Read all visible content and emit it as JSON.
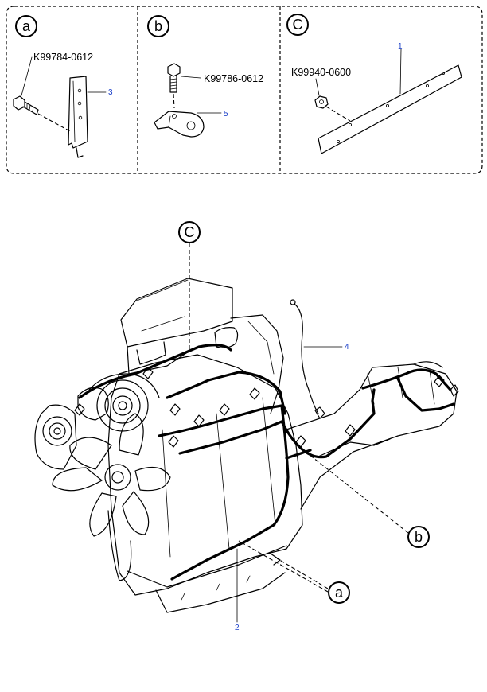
{
  "callouts": {
    "a": "a",
    "b": "b",
    "c": "C"
  },
  "part_numbers": {
    "bolt_a": "K99784-0612",
    "bolt_b": "K99786-0612",
    "nut_c": "K99940-0600"
  },
  "item_numbers": {
    "bracket_3": "3",
    "bracket_5": "5",
    "protector_1": "1",
    "harness_2": "2",
    "wire_4": "4"
  },
  "colors": {
    "line": "#000000",
    "item_number_text": "#1a3ec8",
    "background": "#ffffff"
  }
}
